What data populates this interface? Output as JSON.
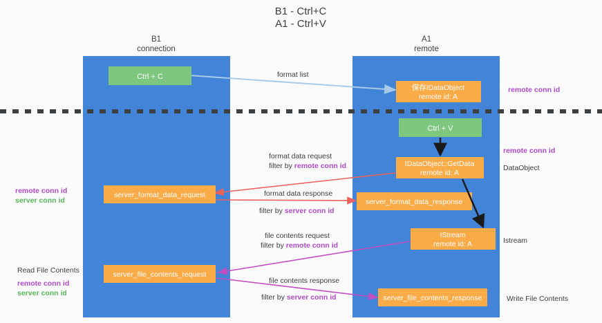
{
  "title": {
    "line1": "B1 - Ctrl+C",
    "line2": "A1 - Ctrl+V"
  },
  "colors": {
    "lane": "#4285d8",
    "green_box": "#7ec77f",
    "orange_box": "#f9ab48",
    "purple_accent": "#b14bc8",
    "green_accent": "#57b85a",
    "red_arrow": "#e8635e",
    "magenta_arrow": "#c24fc2",
    "blue_arrow": "#a8cbe8",
    "black_arrow": "#1a1a1a",
    "divider": "#3c4043",
    "background": "#fafafa"
  },
  "columns": [
    {
      "id": "b1",
      "name": "B1",
      "role": "connection"
    },
    {
      "id": "a1",
      "name": "A1",
      "role": "remote"
    }
  ],
  "nodes": [
    {
      "id": "ctrl-c",
      "kind": "green",
      "line1": "Ctrl + C",
      "line2": ""
    },
    {
      "id": "idataobject",
      "kind": "orange",
      "line1": "保存IDataObject",
      "line2": "remote id: A"
    },
    {
      "id": "ctrl-v",
      "kind": "green",
      "line1": "Ctrl + V",
      "line2": ""
    },
    {
      "id": "idataobject-getdata",
      "kind": "orange",
      "line1": "IDataObject::GetData",
      "line2": "remote id: A"
    },
    {
      "id": "server-format-data-request",
      "kind": "orange",
      "line1": "server_format_data_request",
      "line2": ""
    },
    {
      "id": "server-format-data-response",
      "kind": "orange",
      "line1": "server_format_data_response",
      "line2": ""
    },
    {
      "id": "istream",
      "kind": "orange",
      "line1": "IStream",
      "line2": "remote id: A"
    },
    {
      "id": "server-file-contents-request",
      "kind": "orange",
      "line1": "server_file_contents_request",
      "line2": ""
    },
    {
      "id": "server-file-contents-response",
      "kind": "orange",
      "line1": "server_file_contents_response",
      "line2": ""
    }
  ],
  "edges": [
    {
      "id": "format-list",
      "label": "format list",
      "filter_prefix": "",
      "filter_accent": ""
    },
    {
      "id": "format-data-request",
      "label": "format data request",
      "filter_prefix": "filter by ",
      "filter_accent": "remote conn id"
    },
    {
      "id": "format-data-response",
      "label": "format data response",
      "filter_prefix": "filter by ",
      "filter_accent": "server conn id"
    },
    {
      "id": "file-contents-request",
      "label": "file contents request",
      "filter_prefix": "filter by ",
      "filter_accent": "remote conn id"
    },
    {
      "id": "file-contents-response",
      "label": "file contents response",
      "filter_prefix": "filter by ",
      "filter_accent": "server conn id"
    }
  ],
  "right_labels": [
    {
      "id": "remote-conn-id-top",
      "text": "remote conn id",
      "style": "purple"
    },
    {
      "id": "remote-conn-id-mid",
      "text": "remote conn id",
      "style": "purple"
    },
    {
      "id": "dataobject",
      "text": "DataObject",
      "style": "plain"
    },
    {
      "id": "istream-label",
      "text": "Istream",
      "style": "plain"
    },
    {
      "id": "write-file-contents",
      "text": "Write File Contents",
      "style": "plain"
    }
  ],
  "left_labels": [
    {
      "id": "remote-conn-id-left-1",
      "text": "remote conn id",
      "style": "purple"
    },
    {
      "id": "server-conn-id-left-1",
      "text": "server conn id",
      "style": "green"
    },
    {
      "id": "read-file-contents",
      "text": "Read File Contents",
      "style": "plain"
    },
    {
      "id": "remote-conn-id-left-2",
      "text": "remote conn id",
      "style": "purple"
    },
    {
      "id": "server-conn-id-left-2",
      "text": "server conn id",
      "style": "green"
    }
  ]
}
